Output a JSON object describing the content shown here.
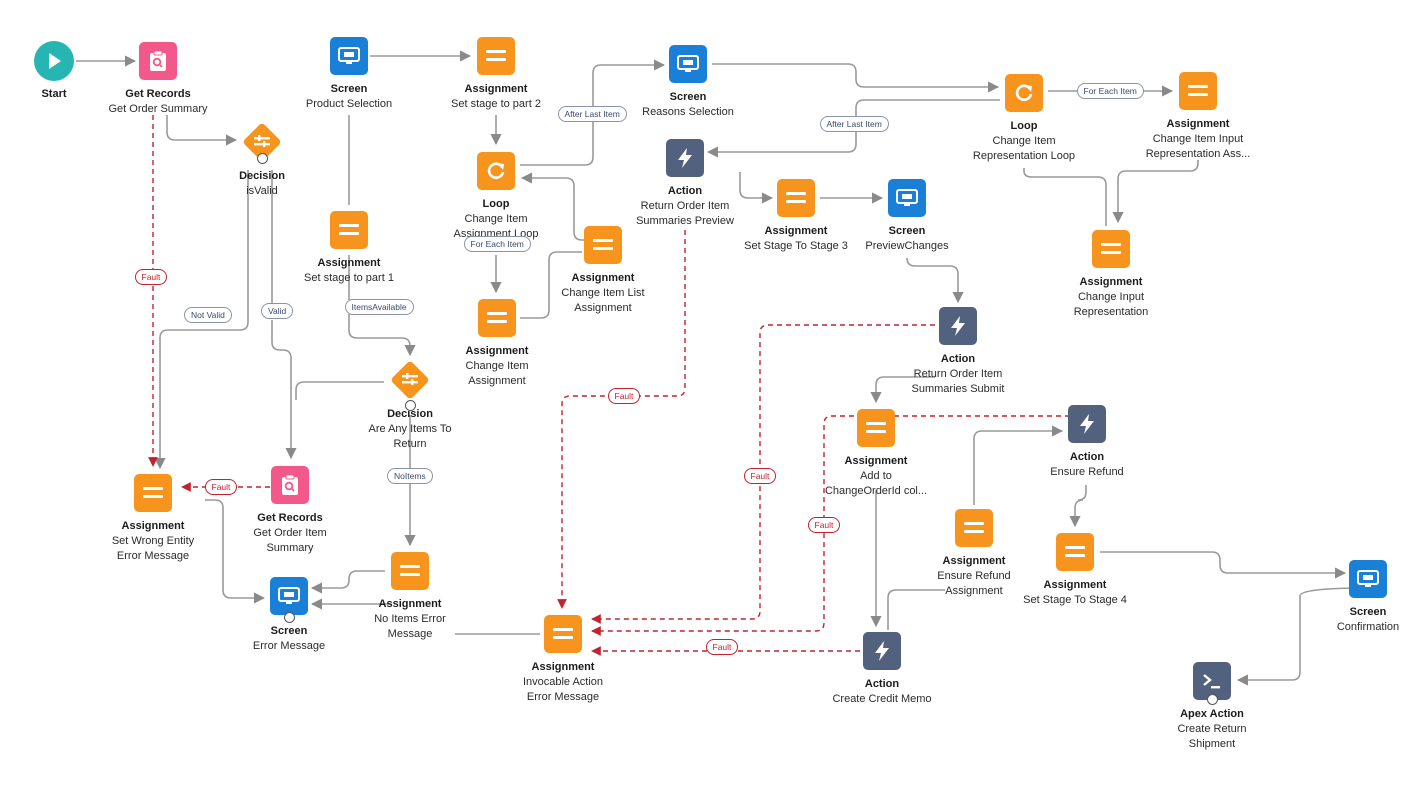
{
  "flow": {
    "nodes": [
      {
        "id": "start",
        "kind": "start",
        "title": "Start",
        "desc": []
      },
      {
        "id": "get-order-summary",
        "kind": "getrec",
        "title": "Get Records",
        "desc": [
          "Get Order Summary"
        ]
      },
      {
        "id": "decision-isvalid",
        "kind": "decision",
        "title": "Decision",
        "desc": [
          "isValid"
        ]
      },
      {
        "id": "screen-product-selection",
        "kind": "screen",
        "title": "Screen",
        "desc": [
          "Product Selection"
        ]
      },
      {
        "id": "assign-stage-part2",
        "kind": "assign",
        "title": "Assignment",
        "desc": [
          "Set stage to part 2"
        ]
      },
      {
        "id": "screen-reasons-selection",
        "kind": "screen",
        "title": "Screen",
        "desc": [
          "Reasons Selection"
        ]
      },
      {
        "id": "loop-change-item-representation",
        "kind": "loop",
        "title": "Loop",
        "desc": [
          "Change Item",
          "Representation Loop"
        ]
      },
      {
        "id": "assign-change-item-input",
        "kind": "assign",
        "title": "Assignment",
        "desc": [
          "Change Item Input",
          "Representation Ass..."
        ]
      },
      {
        "id": "loop-change-item-assignment",
        "kind": "loop",
        "title": "Loop",
        "desc": [
          "Change Item",
          "Assignment Loop"
        ]
      },
      {
        "id": "action-return-preview",
        "kind": "action",
        "title": "Action",
        "desc": [
          "Return Order Item",
          "Summaries Preview"
        ]
      },
      {
        "id": "assign-stage3",
        "kind": "assign",
        "title": "Assignment",
        "desc": [
          "Set Stage To Stage 3"
        ]
      },
      {
        "id": "screen-preview-changes",
        "kind": "screen",
        "title": "Screen",
        "desc": [
          "PreviewChanges"
        ]
      },
      {
        "id": "assign-change-input-representation",
        "kind": "assign",
        "title": "Assignment",
        "desc": [
          "Change Input",
          "Representation"
        ]
      },
      {
        "id": "assign-stage-part1",
        "kind": "assign",
        "title": "Assignment",
        "desc": [
          "Set stage to part 1"
        ]
      },
      {
        "id": "assign-change-item-list",
        "kind": "assign",
        "title": "Assignment",
        "desc": [
          "Change Item List",
          "Assignment"
        ]
      },
      {
        "id": "assign-change-item",
        "kind": "assign",
        "title": "Assignment",
        "desc": [
          "Change Item",
          "Assignment"
        ]
      },
      {
        "id": "action-return-submit",
        "kind": "action",
        "title": "Action",
        "desc": [
          "Return Order Item",
          "Summaries Submit"
        ]
      },
      {
        "id": "decision-items",
        "kind": "decision",
        "title": "Decision",
        "desc": [
          "Are Any Items To",
          "Return"
        ]
      },
      {
        "id": "assign-add-changeorderid",
        "kind": "assign",
        "title": "Assignment",
        "desc": [
          "Add to",
          "ChangeOrderId col..."
        ]
      },
      {
        "id": "action-ensure-refund",
        "kind": "action",
        "title": "Action",
        "desc": [
          "Ensure Refund"
        ]
      },
      {
        "id": "assign-wrong-entity",
        "kind": "assign",
        "title": "Assignment",
        "desc": [
          "Set Wrong Entity",
          "Error Message"
        ]
      },
      {
        "id": "get-order-item-summary",
        "kind": "getrec",
        "title": "Get Records",
        "desc": [
          "Get Order Item",
          "Summary"
        ]
      },
      {
        "id": "assign-ensure-refund",
        "kind": "assign",
        "title": "Assignment",
        "desc": [
          "Ensure Refund",
          "Assignment"
        ]
      },
      {
        "id": "assign-stage4",
        "kind": "assign",
        "title": "Assignment",
        "desc": [
          "Set Stage To Stage 4"
        ]
      },
      {
        "id": "screen-confirmation",
        "kind": "screen",
        "title": "Screen",
        "desc": [
          "Confirmation"
        ]
      },
      {
        "id": "screen-error",
        "kind": "screen",
        "title": "Screen",
        "desc": [
          "Error Message"
        ]
      },
      {
        "id": "assign-no-items",
        "kind": "assign",
        "title": "Assignment",
        "desc": [
          "No Items Error",
          "Message"
        ]
      },
      {
        "id": "assign-invocable-error",
        "kind": "assign",
        "title": "Assignment",
        "desc": [
          "Invocable Action",
          "Error Message"
        ]
      },
      {
        "id": "action-credit-memo",
        "kind": "action",
        "title": "Action",
        "desc": [
          "Create Credit Memo"
        ]
      },
      {
        "id": "apex-return-shipment",
        "kind": "apex",
        "title": "Apex Action",
        "desc": [
          "Create Return",
          "Shipment"
        ]
      }
    ],
    "edge_labels": [
      {
        "id": "fault-1",
        "text": "Fault",
        "fault": true
      },
      {
        "id": "not-valid",
        "text": "Not Valid",
        "fault": false
      },
      {
        "id": "valid",
        "text": "Valid",
        "fault": false
      },
      {
        "id": "items-available",
        "text": "ItemsAvailable",
        "fault": false
      },
      {
        "id": "after-last-item-1",
        "text": "After Last Item",
        "fault": false
      },
      {
        "id": "after-last-item-2",
        "text": "After Last Item",
        "fault": false
      },
      {
        "id": "for-each-item-1",
        "text": "For Each Item",
        "fault": false
      },
      {
        "id": "for-each-item-2",
        "text": "For Each Item",
        "fault": false
      },
      {
        "id": "fault-2",
        "text": "Fault",
        "fault": true
      },
      {
        "id": "no-items",
        "text": "NoItems",
        "fault": false
      },
      {
        "id": "fault-3",
        "text": "Fault",
        "fault": true
      },
      {
        "id": "fault-4",
        "text": "Fault",
        "fault": true
      },
      {
        "id": "fault-5",
        "text": "Fault",
        "fault": true
      },
      {
        "id": "fault-6",
        "text": "Fault",
        "fault": true
      }
    ]
  },
  "colors": {
    "screen": "#1a7fd6",
    "assignment": "#f7941d",
    "action": "#52617d",
    "get_records": "#f2598a",
    "start": "#26b5b2",
    "connector": "#9a9a9a",
    "fault": "#c2232e"
  }
}
